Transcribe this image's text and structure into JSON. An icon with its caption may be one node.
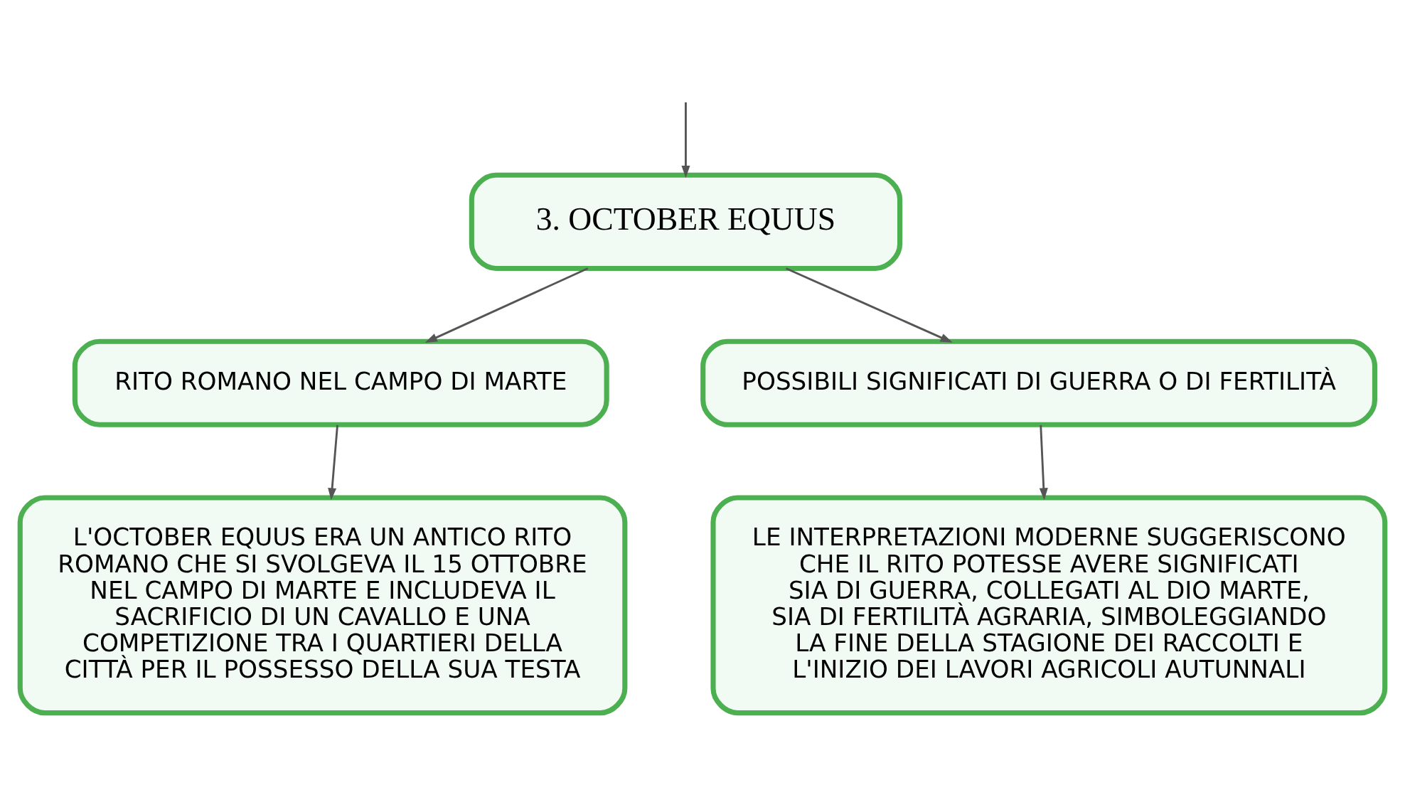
{
  "diagram": {
    "nodes": [
      {
        "text": [
          "3. OCTOBER EQUUS"
        ]
      },
      {
        "text": [
          "RITO ROMANO NEL CAMPO DI MARTE"
        ]
      },
      {
        "text": [
          "POSSIBILI SIGNIFICATI DI GUERRA O DI FERTILITÀ"
        ]
      },
      {
        "text": [
          "L'OCTOBER EQUUS ERA UN ANTICO RITO ROMANO CHE SI SVOLGEVA IL 15 OTTOBRE NEL CAMPO DI MARTE E INCLUDEVA IL SACRIFICIO DI UN CAVALLO E UNA COMPETIZIONE TRA I QUARTIERI DELLA CITTÀ PER IL POSSESSO DELLA SUA TESTA"
        ]
      },
      {
        "text": [
          "LE INTERPRETAZIONI MODERNE SUGGERISCONO CHE IL RITO POTESSE AVERE SIGNIFICATI SIA DI GUERRA, COLLEGATI AL DIO MARTE, SIA DI FERTILITÀ AGRARIA, SIMBOLEGGIANDO LA FINE DELLA STAGIONE DEI RACCOLTI E L'INIZIO DEI LAVORI AGRICOLI AUTUNNALI"
        ]
      }
    ],
    "edges": [
      {
        "from": null,
        "to": 0,
        "arrow": "to"
      },
      {
        "from": 0,
        "to": 1,
        "arrow": "to"
      },
      {
        "from": 0,
        "to": 2,
        "arrow": "to"
      },
      {
        "from": 1,
        "to": 3,
        "arrow": "to"
      },
      {
        "from": 2,
        "to": 4,
        "arrow": "to"
      }
    ]
  }
}
